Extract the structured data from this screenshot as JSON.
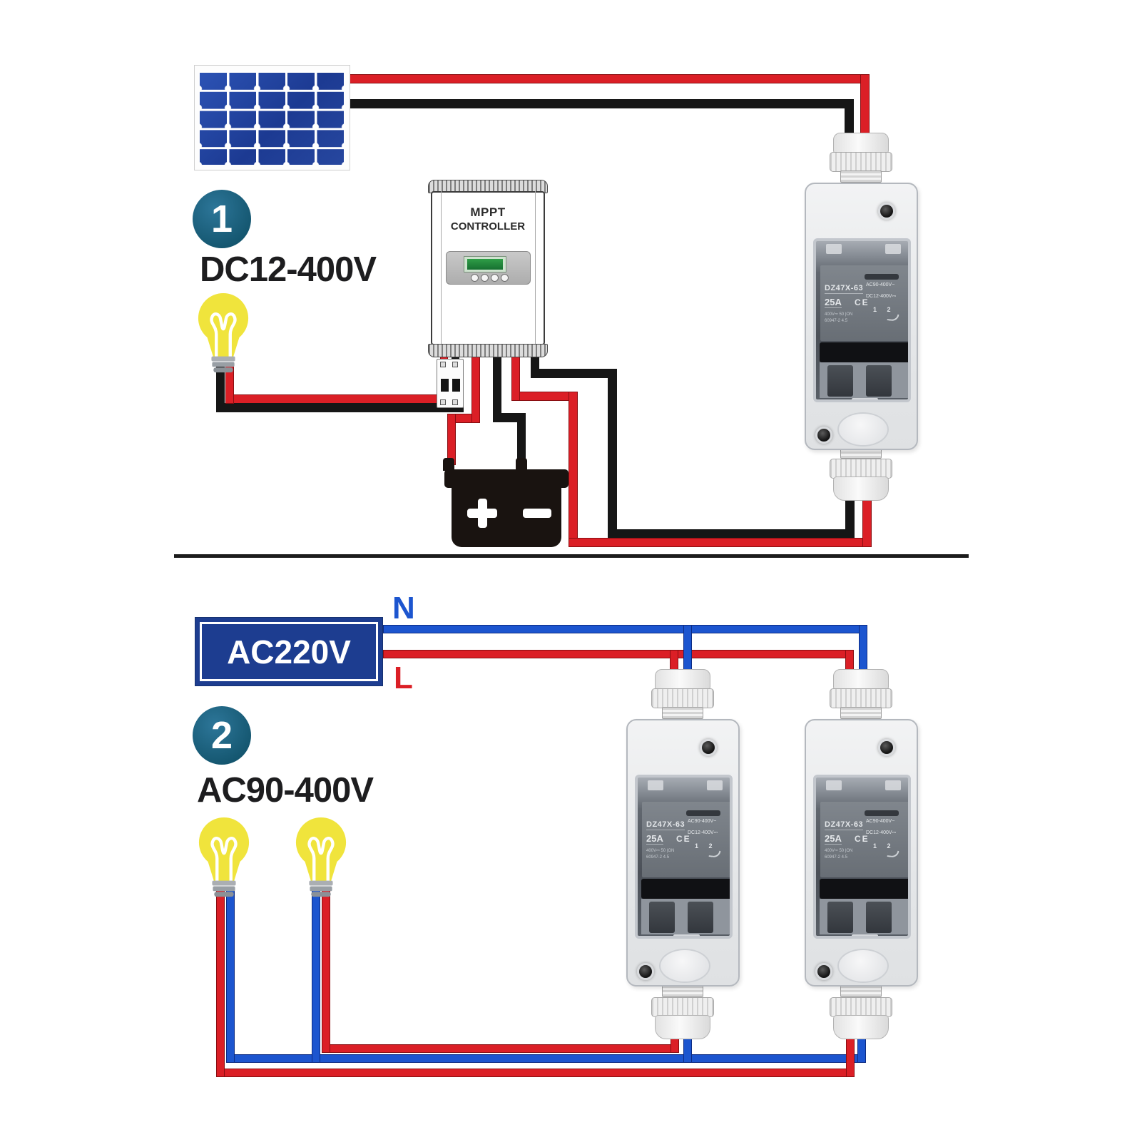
{
  "section1": {
    "badge": "1",
    "voltage_range": "DC12-400V",
    "controller": {
      "line1": "MPPT",
      "line2": "CONTROLLER"
    },
    "battery": {
      "plus": "+",
      "minus": "−"
    }
  },
  "section2": {
    "badge": "2",
    "voltage_range": "AC90-400V",
    "source": "AC220V",
    "neutral": "N",
    "live": "L"
  },
  "breaker_label": {
    "model": "DZ47X-63",
    "rated_current": "25A",
    "ce_mark": "CE",
    "ac_rating": "AC90-400V~",
    "dc_rating": "DC12-400V⎓",
    "terminals": "1 2",
    "small_print_1": "400V⎓ 50 |ON",
    "small_print_2": "60947-2 4.5"
  },
  "colors": {
    "wire_red": "#db1f26",
    "wire_blue": "#1c55cf",
    "wire_black": "#161616",
    "badge_teal": "#17607f",
    "source_navy": "#1d3d90",
    "panel_blue": "#203f9b",
    "bulb_yellow": "#f0e43c"
  }
}
